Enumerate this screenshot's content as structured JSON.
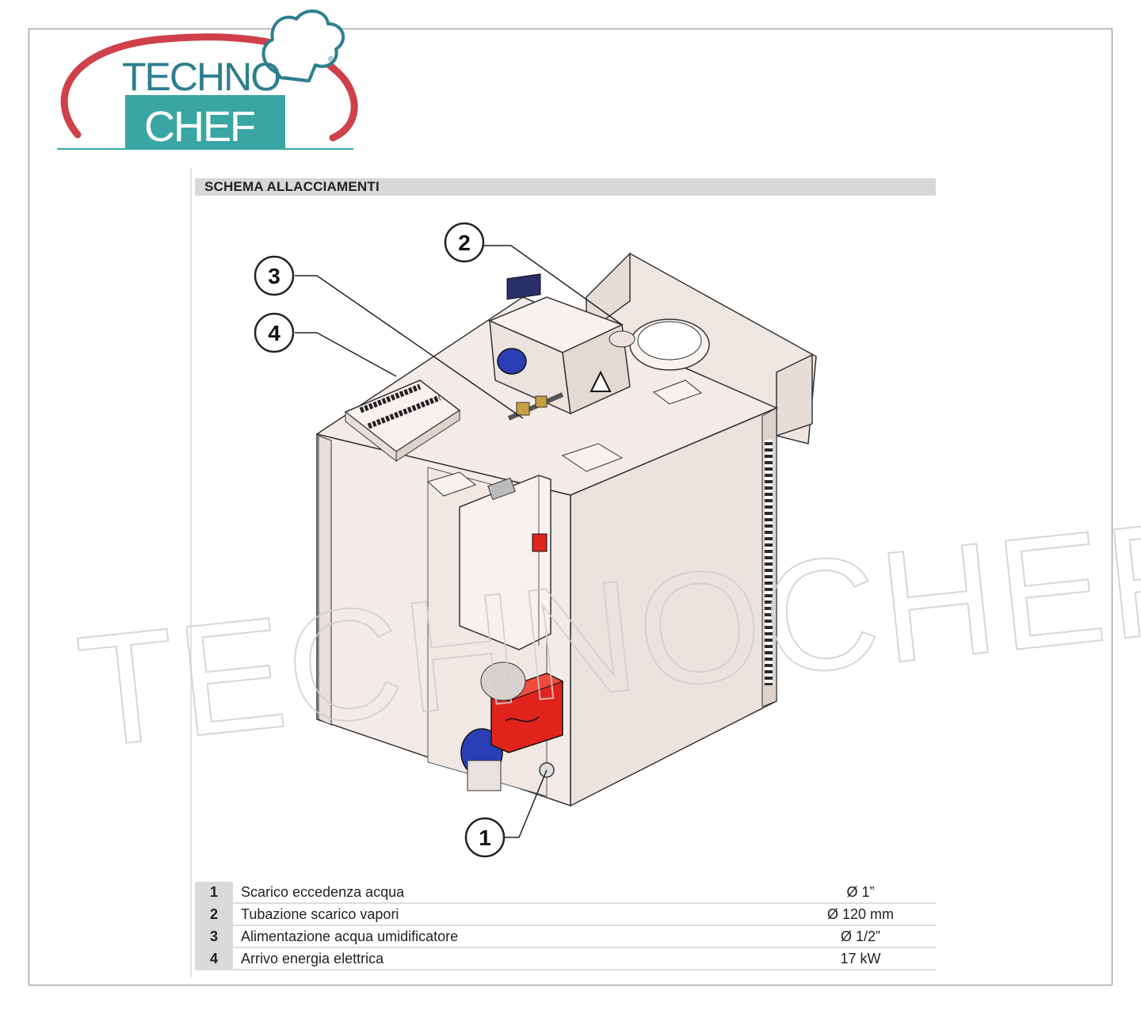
{
  "logo": {
    "line1": "TECHNO",
    "line2": "CHEF",
    "registered": "®"
  },
  "section": {
    "title": "SCHEMA ALLACCIAMENTI"
  },
  "callouts": [
    {
      "number": "1"
    },
    {
      "number": "2"
    },
    {
      "number": "3"
    },
    {
      "number": "4"
    }
  ],
  "legend": [
    {
      "number": "1",
      "description": "Scarico eccedenza acqua",
      "value": "Ø 1”"
    },
    {
      "number": "2",
      "description": "Tubazione scarico vapori",
      "value": "Ø 120 mm"
    },
    {
      "number": "3",
      "description": "Alimentazione acqua umidificatore",
      "value": "Ø 1/2”"
    },
    {
      "number": "4",
      "description": "Arrivo energia elettrica",
      "value": "17 kW"
    }
  ],
  "watermark": {
    "text": "TECHNOCHEF.IT"
  },
  "colors": {
    "teal": "#3aa6a4",
    "red_ring": "#d0404a",
    "burner_red": "#e0241c",
    "fan_blue": "#2a3fb5",
    "cabinet": "#f3ebe7"
  }
}
